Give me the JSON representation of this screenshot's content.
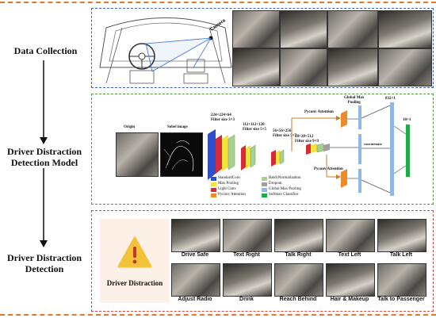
{
  "stages": {
    "data_collection": "Data Collection",
    "model_line1": "Driver Distraction",
    "model_line2": "Detection Model",
    "detection_line1": "Driver Distraction",
    "detection_line2": "Detection"
  },
  "collection": {
    "camera_label": "Camera"
  },
  "model": {
    "origin_label": "Origin",
    "sobel_label": "Sobel image",
    "layer1_line1": "224×224×64",
    "layer1_line2": "Filter size 3×3",
    "layer2_line1": "112×112×128",
    "layer2_line2": "Filter size 5×5",
    "layer3_line1": "56×56×256",
    "layer3_line2": "Filter size 7×7",
    "layer4_line1": "28×28×512",
    "layer4_line2": "Filter size 9×9",
    "pyconv_top": "Pyconv Attention",
    "pyconv_bottom": "Pyconv Attention",
    "gmp_line1": "Global Max",
    "gmp_line2": "Pooling",
    "concat": "concatenate",
    "fc1": "832×1",
    "fc2": "10×1",
    "legend": [
      {
        "label": "StandardConv",
        "color": "#2f4fc8"
      },
      {
        "label": "BatchNormalization",
        "color": "#a9d18e"
      },
      {
        "label": "Max Pooling",
        "color": "#f5e33b"
      },
      {
        "label": "Dropout",
        "color": "#9e9e9e"
      },
      {
        "label": "Light Conv",
        "color": "#d62b3b"
      },
      {
        "label": "Global Max Pooling",
        "color": "#8fb8e8"
      },
      {
        "label": "Pyconv Attention",
        "color": "#ef8a2b"
      },
      {
        "label": "Softmax Classifier",
        "color": "#1faa4a"
      }
    ]
  },
  "detection": {
    "warning_label": "Driver Distraction",
    "classes": [
      "Drive Safe",
      "Text Right",
      "Talk Right",
      "Text Left",
      "Talk Left",
      "Adjust Radio",
      "Drink",
      "Reach Behind",
      "Hair & Makeup",
      "Talk to Passenger"
    ]
  },
  "colors": {
    "collection_border": "#3a5fc8",
    "model_border": "#4e9a3a",
    "detection_border": "#d64545",
    "outer_dash": "#e0792a",
    "warning_bg": "#fdf0e6",
    "warning_triangle": "#f2c23b"
  }
}
